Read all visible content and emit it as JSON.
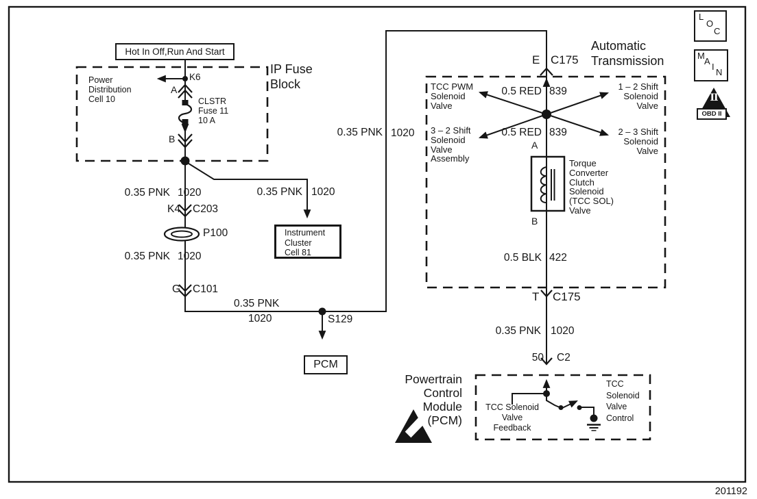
{
  "drawing": {
    "number": "201192"
  },
  "badges": {
    "loc": [
      "L",
      "O",
      "C"
    ],
    "main": [
      "M",
      "A",
      "I",
      "N"
    ],
    "obd_numeral": "II",
    "obd_label": "OBD II"
  },
  "feed": {
    "hot_label": "Hot In Off,Run And Start",
    "fuse_block_title": "IP Fuse\nBlock",
    "power_distribution_ref": "Power\nDistribution\nCell 10",
    "terminal_k6": "K6",
    "pin_a": "A",
    "fuse": "CLSTR\nFuse 11\n10 A",
    "pin_b": "B"
  },
  "wire_labels": {
    "pnk": "0.35 PNK",
    "pnk_circuit": "1020",
    "red": "0.5 RED",
    "red_circuit": "839",
    "blk": "0.5 BLK",
    "blk_circuit": "422"
  },
  "connectors": {
    "k4": "K4",
    "c203": "C203",
    "p100": "P100",
    "g": "G",
    "c101": "C101",
    "s129": "S129",
    "e": "E",
    "c175": "C175",
    "t": "T",
    "pin50": "50",
    "c2": "C2"
  },
  "instrument_cluster_ref": "Instrument\nCluster\nCell 81",
  "pcm_ref": "PCM",
  "transmission": {
    "title": "Automatic\nTransmission",
    "tcc_pwm": "TCC PWM\nSolenoid\nValve",
    "shift_1_2": "1 – 2 Shift\nSolenoid\nValve",
    "shift_3_2": "3 – 2 Shift\nSolenoid\nValve\nAssembly",
    "shift_2_3": "2 – 3 Shift\nSolenoid\nValve",
    "pin_a": "A",
    "pin_b": "B",
    "tcc_solenoid": "Torque\nConverter\nClutch\nSolenoid\n(TCC SOL)\nValve"
  },
  "pcm": {
    "title": "Powertrain\nControl\nModule\n(PCM)",
    "feedback": "TCC Solenoid\nValve\nFeedback",
    "control": "TCC\nSolenoid\nValve\nControl"
  }
}
